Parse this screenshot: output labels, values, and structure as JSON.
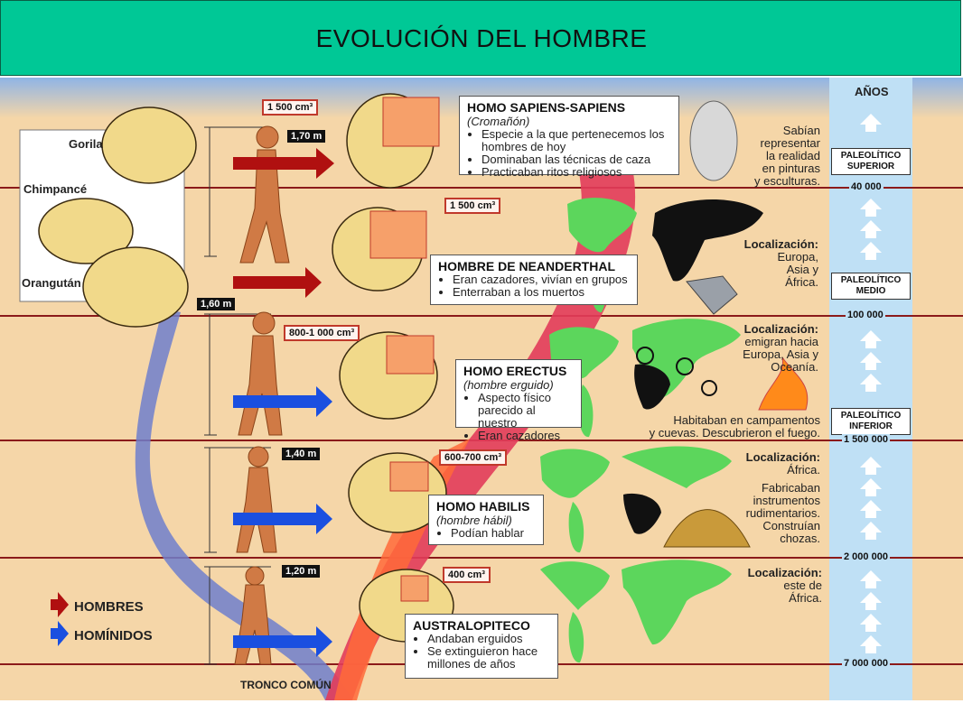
{
  "title": "EVOLUCIÓN DEL HOMBRE",
  "apes": {
    "gorila": "Gorila",
    "chimpance": "Chimpancé",
    "orangutan": "Orangután"
  },
  "heights": [
    "1,70 m",
    "1,60 m",
    "1,40 m",
    "1,20 m"
  ],
  "species": [
    {
      "name": "HOMO SAPIENS-SAPIENS",
      "sub": "(Cromañón)",
      "brain": "1 500 cm³",
      "facts": [
        "Especie a la que pertenecemos los hombres de hoy",
        "Dominaban las técnicas de caza",
        "Practicaban ritos religiosos"
      ]
    },
    {
      "name": "HOMBRE DE NEANDERTHAL",
      "sub": "",
      "brain": "1 500 cm³",
      "facts": [
        "Eran cazadores, vivían en grupos",
        "Enterraban a los muertos"
      ]
    },
    {
      "name": "HOMO ERECTUS",
      "sub": "(hombre erguido)",
      "brain": "800-1 000 cm³",
      "facts": [
        "Aspecto físico parecido al nuestro",
        "Eran cazadores"
      ]
    },
    {
      "name": "HOMO HABILIS",
      "sub": "(hombre hábil)",
      "brain": "600-700 cm³",
      "facts": [
        "Podían hablar"
      ]
    },
    {
      "name": "AUSTRALOPITECO",
      "sub": "",
      "brain": "400 cm³",
      "facts": [
        "Andaban erguidos",
        "Se extinguieron hace millones de años"
      ]
    }
  ],
  "right_texts": {
    "sapiens": "Sabían\nrepresentar\nla realidad\nen pinturas\ny esculturas.",
    "neander_loc_label": "Localización:",
    "neander_loc": "Europa,\nAsia y\nÁfrica.",
    "erectus_loc_label": "Localización:",
    "erectus_loc": "emigran hacia\nEuropa, Asia y\nOceanía.",
    "erectus_note": "Habitaban en campamentos\ny cuevas. Descubrieron el fuego.",
    "habilis_loc_label": "Localización:",
    "habilis_loc": "África.",
    "habilis_note": "Fabricaban\ninstrumentos\nrudimentarios.\nConstruían\nchozas.",
    "austra_loc_label": "Localización:",
    "austra_loc": "este de\nÁfrica."
  },
  "timeline": {
    "header": "AÑOS",
    "periods": [
      "PALEOLÍTICO SUPERIOR",
      "PALEOLÍTICO MEDIO",
      "PALEOLÍTICO INFERIOR"
    ],
    "years": [
      "40 000",
      "100 000",
      "1 500 000",
      "2 000 000",
      "7 000 000"
    ]
  },
  "legend": {
    "hombres": "HOMBRES",
    "hominidos": "HOMÍNIDOS"
  },
  "tronco": "TRONCO COMÚN",
  "colors": {
    "title_bg": "#00c896",
    "background": "#f5d6a8",
    "hombres_arrow": "#b01010",
    "hominidos_arrow": "#1a4fe0",
    "continent": "#5cd65c",
    "timeline": "#bfe0f5"
  }
}
